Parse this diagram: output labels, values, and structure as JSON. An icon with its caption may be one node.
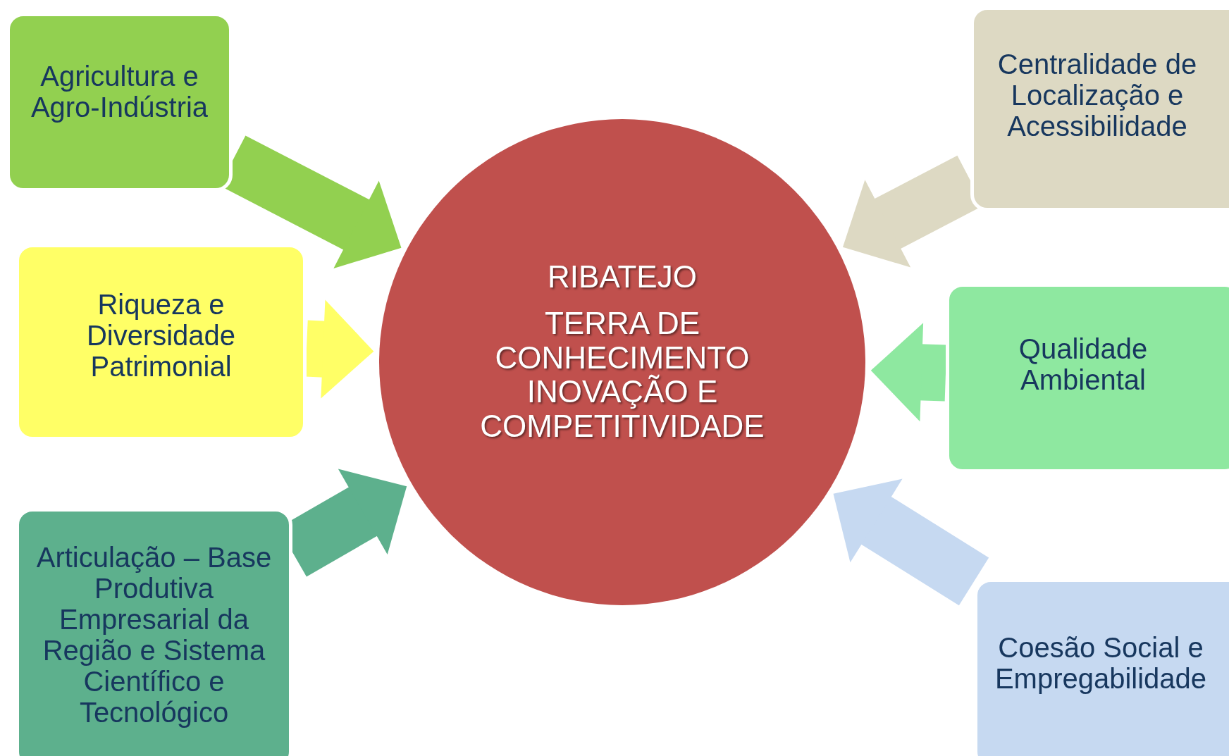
{
  "diagram": {
    "nodes": [
      {
        "text": [
          "RIBATEJO",
          "TERRA DE CONHECIMENTO INOVAÇÃO E COMPETITIVIDADE"
        ]
      },
      {
        "text": [
          "Agricultura e Agro-Indústria"
        ]
      },
      {
        "text": [
          "Riqueza e Diversidade Patrimonial"
        ]
      },
      {
        "text": [
          "Articulação – Base Produtiva Empresarial da Região e Sistema Científico e Tecnológico"
        ]
      },
      {
        "text": [
          "Centralidade de Localização e Acessibilidade"
        ]
      },
      {
        "text": [
          "Qualidade Ambiental"
        ]
      },
      {
        "text": [
          "Coesão Social e Empregabilidade"
        ]
      }
    ],
    "edges": [
      {
        "from": 1,
        "to": 0,
        "arrow": "to",
        "color": "#92d050"
      },
      {
        "from": 2,
        "to": 0,
        "arrow": "to",
        "color": "#ffff66"
      },
      {
        "from": 3,
        "to": 0,
        "arrow": "to",
        "color": "#5db08d"
      },
      {
        "from": 4,
        "to": 0,
        "arrow": "to",
        "color": "#ddd9c3"
      },
      {
        "from": 5,
        "to": 0,
        "arrow": "to",
        "color": "#8ee8a0"
      },
      {
        "from": 6,
        "to": 0,
        "arrow": "to",
        "color": "#c6d9f1"
      }
    ]
  }
}
